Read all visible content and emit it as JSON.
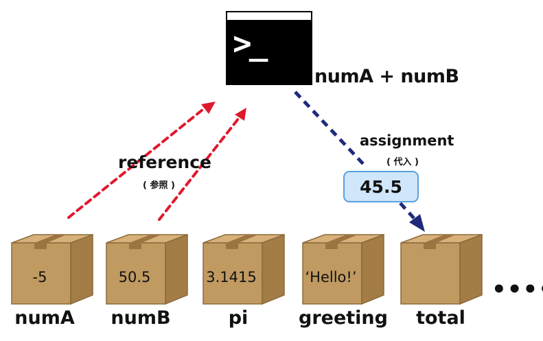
{
  "terminal": {
    "prompt": ">_",
    "expression": "numA + numB"
  },
  "reference": {
    "label": "reference",
    "sublabel": "( 参照 )"
  },
  "assignment": {
    "label": "assignment",
    "sublabel": "( 代入 )",
    "value": "45.5"
  },
  "boxes": [
    {
      "name": "numA",
      "value": "-5"
    },
    {
      "name": "numB",
      "value": "50.5"
    },
    {
      "name": "pi",
      "value": "3.1415"
    },
    {
      "name": "greeting",
      "value": "‘Hello!’"
    },
    {
      "name": "total",
      "value": ""
    }
  ],
  "ellipsis": "••••",
  "colors": {
    "reference_arrow": "#e0182c",
    "assignment_arrow": "#1f2a7a",
    "box": "#c19a62",
    "value_fill": "#cfe6fb"
  }
}
